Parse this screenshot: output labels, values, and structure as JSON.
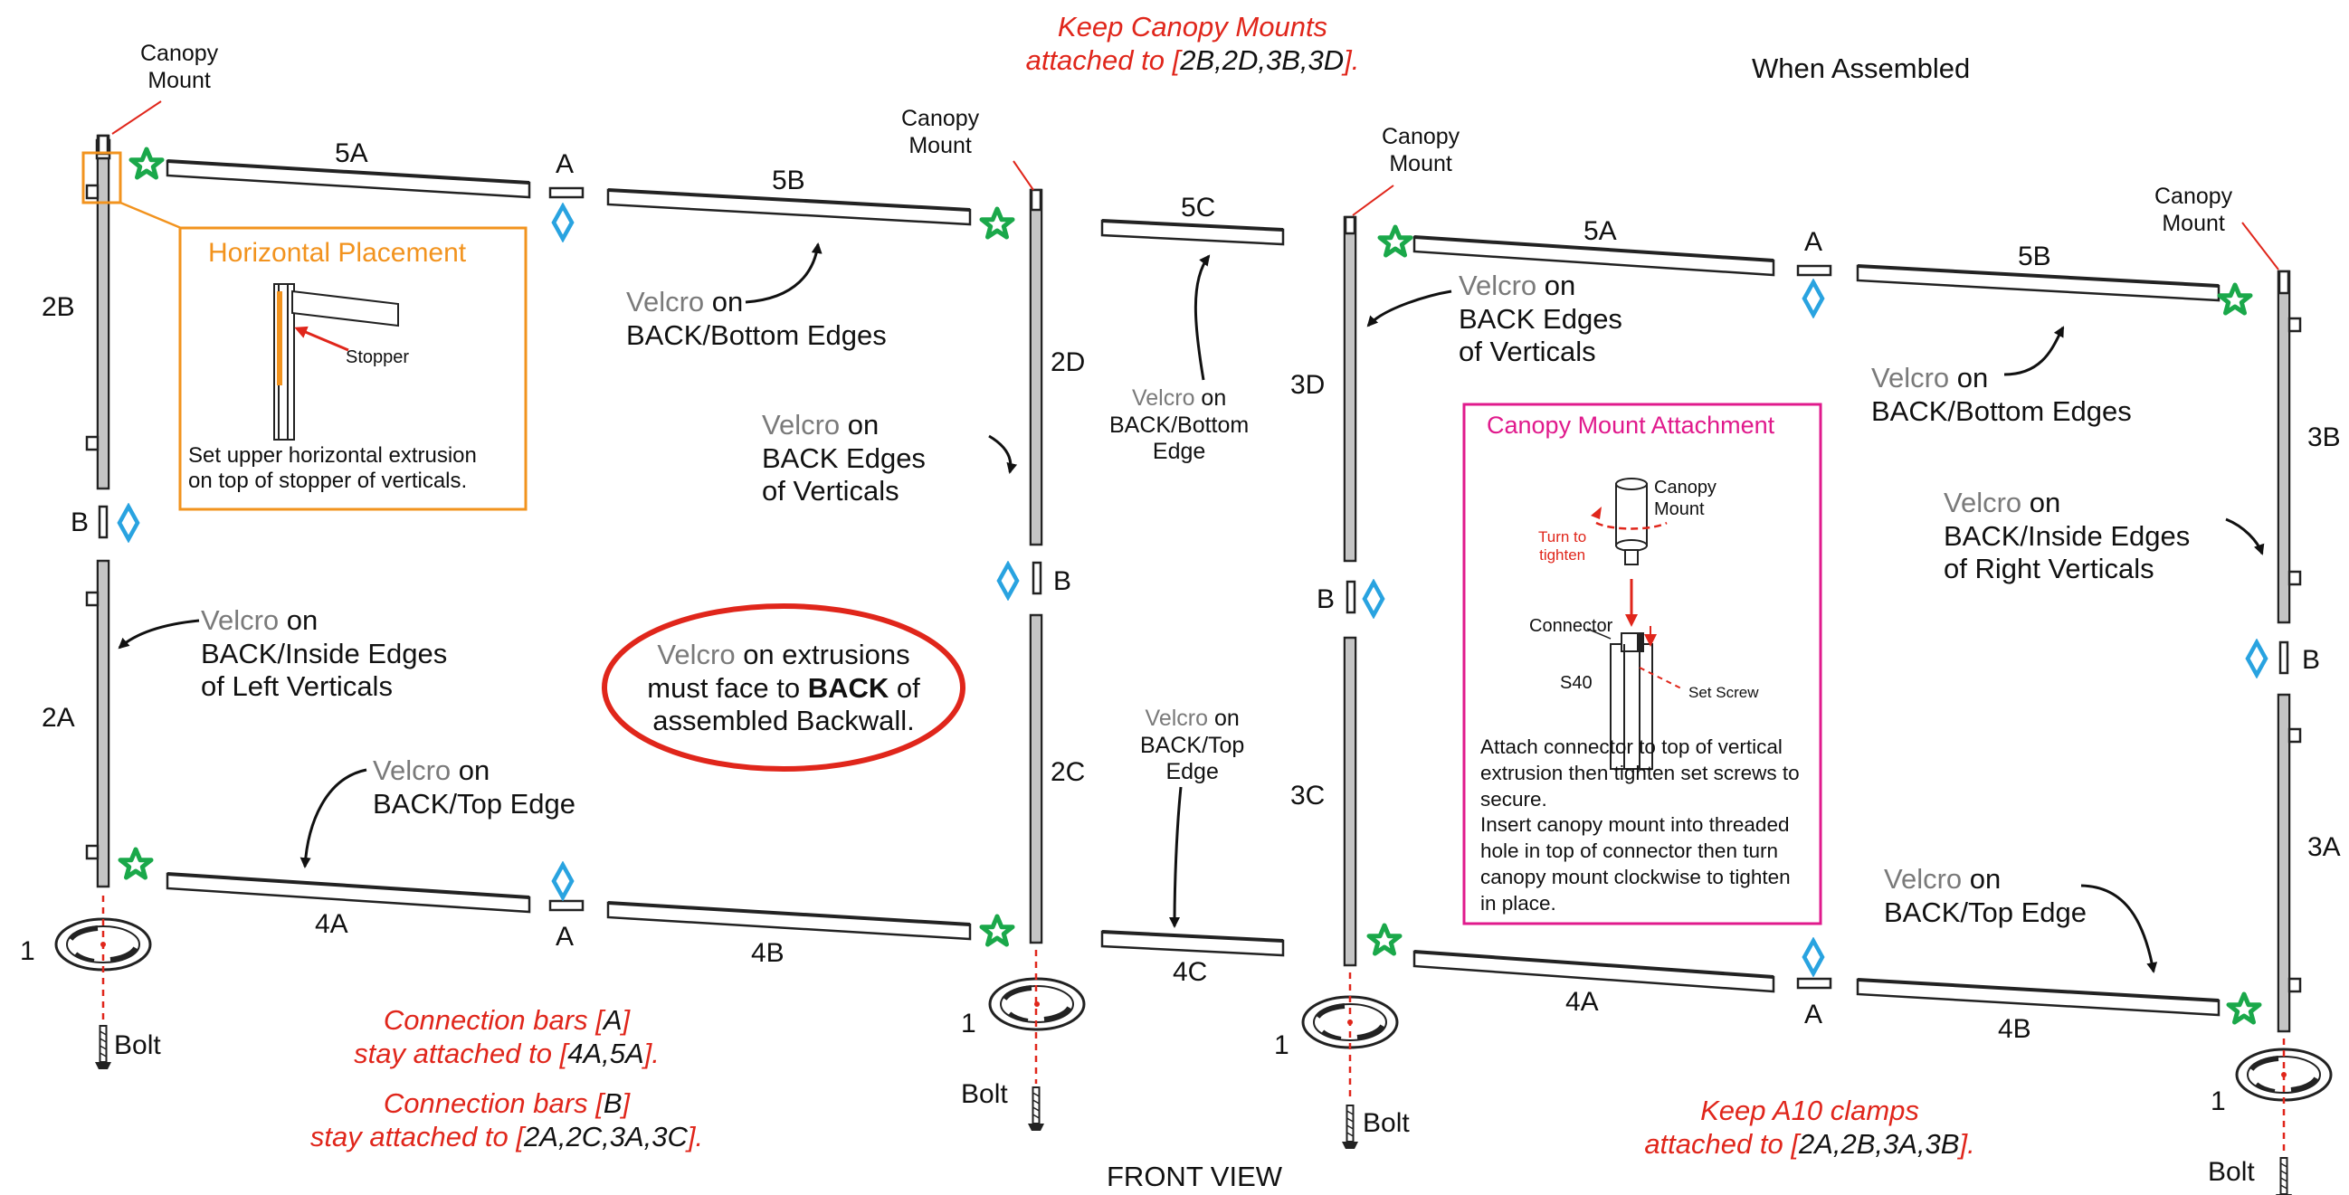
{
  "header": {
    "keep_mounts": [
      "Keep Canopy Mounts",
      "attached to [",
      "2B,2D,3B,3D",
      "]."
    ],
    "when_assembled": "When Assembled",
    "front_view": "FRONT VIEW"
  },
  "parts": {
    "p2B": "2B",
    "p2A": "2A",
    "p2D": "2D",
    "p2C": "2C",
    "p3D": "3D",
    "p3C": "3C",
    "p3B": "3B",
    "p3A": "3A",
    "p5A_left": "5A",
    "p5B_left": "5B",
    "p5C": "5C",
    "p5A_right": "5A",
    "p5B_right": "5B",
    "p4A_left": "4A",
    "p4B_left": "4B",
    "p4C": "4C",
    "p4A_right": "4A",
    "p4B_right": "4B",
    "A": "A",
    "B": "B",
    "one": "1",
    "bolt": "Bolt"
  },
  "canopy_mount": [
    "Canopy",
    "Mount"
  ],
  "velcro": {
    "word": "Velcro",
    "on": " on",
    "back_bottom_edges": "BACK/Bottom Edges",
    "back_edges": "BACK Edges",
    "of_verticals": "of Verticals",
    "back_bottom": "BACK/Bottom",
    "edge": "Edge",
    "back_inside_edges": "BACK/Inside Edges",
    "of_left_verticals": "of Left Verticals",
    "of_right_verticals": "of Right Verticals",
    "back_top_edge": "BACK/Top Edge",
    "back_top": "BACK/Top"
  },
  "callout": {
    "line1_rest": " on extrusions",
    "line2a": "must face to ",
    "line2b": "BACK",
    "line2c": " of",
    "line3": "assembled Backwall."
  },
  "horizontal_placement": {
    "title": "Horizontal Placement",
    "stopper": "Stopper",
    "text": [
      "Set upper horizontal extrusion",
      "on top of stopper of verticals."
    ]
  },
  "canopy_attachment": {
    "title": "Canopy Mount Attachment",
    "turn": [
      "Turn to",
      "tighten"
    ],
    "connector": "Connector",
    "s40": "S40",
    "set_screw": "Set Screw",
    "text": "Attach connector to top of vertical extrusion then tighten set screws to secure.\nInsert canopy mount into threaded hole in top of connector then turn canopy mount clockwise to tighten in place."
  },
  "notes": {
    "conn_A": [
      "Connection bars [",
      "A",
      "]",
      "stay attached to [",
      "4A,5A",
      "]."
    ],
    "conn_B": [
      "Connection bars [",
      "B",
      "]",
      "stay attached to [",
      "2A,2C,3A,3C",
      "]."
    ],
    "a10": [
      "Keep A10 clamps",
      "attached to [",
      "2A,2B,3A,3B",
      "]."
    ]
  },
  "colors": {
    "red": "#e0261b",
    "orange": "#f2931e",
    "pink": "#e01a8c",
    "green": "#1aa84a",
    "blue": "#29a3e0",
    "gray": "#7a7a7a"
  },
  "icons": [
    "star-icon",
    "diamond-icon",
    "base-plate-icon",
    "bolt-icon",
    "arrow-icon"
  ]
}
